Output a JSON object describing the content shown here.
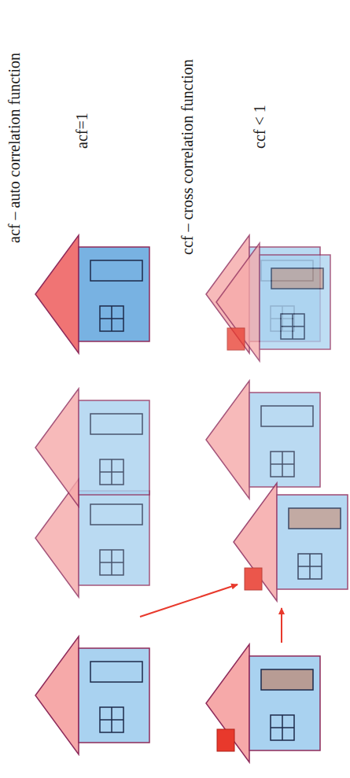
{
  "diagram": {
    "labels": [
      "acf – auto correlation function",
      "acf=1",
      "ccf – cross correlation function",
      "ccf < 1"
    ]
  }
}
